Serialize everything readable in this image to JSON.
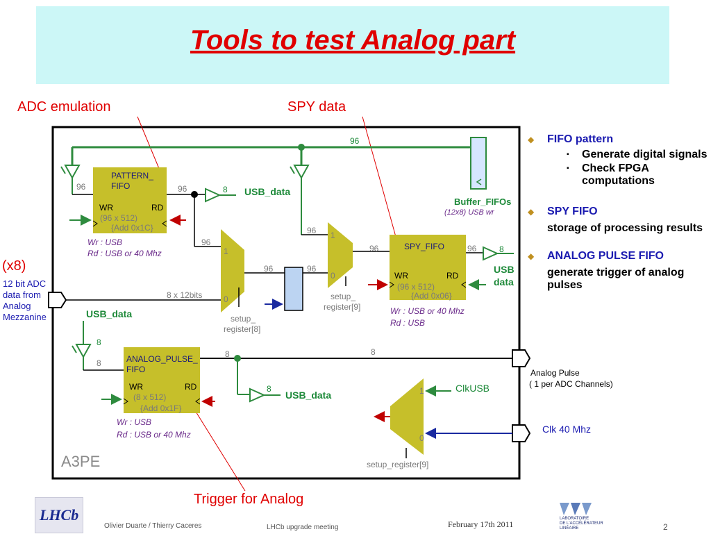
{
  "title": "Tools to test Analog part",
  "callouts": {
    "adc_emulation": "ADC emulation",
    "spy_data": "SPY data",
    "trigger": "Trigger  for Analog",
    "x8": "(x8)"
  },
  "left_input": [
    "12 bit ADC",
    "data from",
    "Analog",
    "Mezzanine"
  ],
  "board_label": "A3PE",
  "pattern_fifo": {
    "name1": "PATTERN_",
    "name2": "FIFO",
    "wr": "WR",
    "rd": "RD",
    "size": "(96 x 512)",
    "addr": "{Add  0x1C}",
    "wr_note": "Wr : USB",
    "rd_note": "Rd : USB or 40 Mhz"
  },
  "spy_fifo": {
    "name": "SPY_FIFO",
    "wr": "WR",
    "rd": "RD",
    "size": "(96 x 512)",
    "addr": "{Add  0x06}",
    "wr_note": "Wr : USB or 40 Mhz",
    "rd_note": "Rd : USB"
  },
  "analog_pulse_fifo": {
    "name1": "ANALOG_PULSE_",
    "name2": "FIFO",
    "wr": "WR",
    "rd": "RD",
    "size": "(8 x 512)",
    "addr": "{Add  0x1F}",
    "wr_note": "Wr : USB",
    "rd_note": "Rd : USB or 40 Mhz"
  },
  "buffer_fifos": {
    "name": "Buffer_FIFOs",
    "note": "(12x8) USB wr"
  },
  "bus_labels": {
    "top": "96",
    "pf_in": "96",
    "pf_out": "96",
    "usb1": "8",
    "mux1_in": "96",
    "mux1_out": "96",
    "reg_out": "96",
    "mux2_in": "96",
    "spy_in": "96",
    "spy_out": "96",
    "spy_usb": "8",
    "adc": "8 x 12bits",
    "ap_in1": "8",
    "ap_in2": "8",
    "ap_out": "8",
    "ap_usb": "8",
    "pulse_out": "8"
  },
  "usb_labels": {
    "usb1": "USB_data",
    "spy_usb1": "USB",
    "spy_usb2": "data",
    "left_usb": "USB_data",
    "ap_usb": "USB_data"
  },
  "mux_labels": {
    "mux1_1": "1",
    "mux1_0": "0",
    "mux1_reg1": "setup_",
    "mux1_reg2": "register[8]",
    "mux2_1": "1",
    "mux2_0": "0",
    "mux2_reg1": "setup_",
    "mux2_reg2": "register[9]",
    "mux3_1": "1",
    "mux3_0": "0",
    "mux3_reg": "setup_register[9]"
  },
  "outputs": {
    "analog_pulse1": "Analog Pulse",
    "analog_pulse2": "( 1 per ADC Channels)",
    "clkusb": "ClkUSB",
    "clk40": "Clk 40 Mhz"
  },
  "bullets": [
    {
      "heading": "FIFO pattern",
      "subs": [
        "Generate digital signals",
        "Check FPGA computations"
      ]
    },
    {
      "heading": "SPY FIFO",
      "text": "storage of processing results"
    },
    {
      "heading": "ANALOG PULSE FIFO",
      "text": "generate trigger of analog pulses"
    }
  ],
  "footer": {
    "authors": "Olivier Duarte / Thierry Caceres",
    "meeting": "LHCb upgrade meeting",
    "date": "February 17th 2011",
    "page": "2",
    "logo_left": "LHCb",
    "logo_right1": "LABORATOIRE",
    "logo_right2": "DE L'ACCÉLÉRATEUR",
    "logo_right3": "LINÉAIRE"
  },
  "colors": {
    "title_bg": "#ccf7f7",
    "title_text": "#e00000",
    "block": "#c6bf2a",
    "wire": "#2e8b3e",
    "arrow_red": "#c00000",
    "arrow_blue": "#1a2aa0"
  }
}
